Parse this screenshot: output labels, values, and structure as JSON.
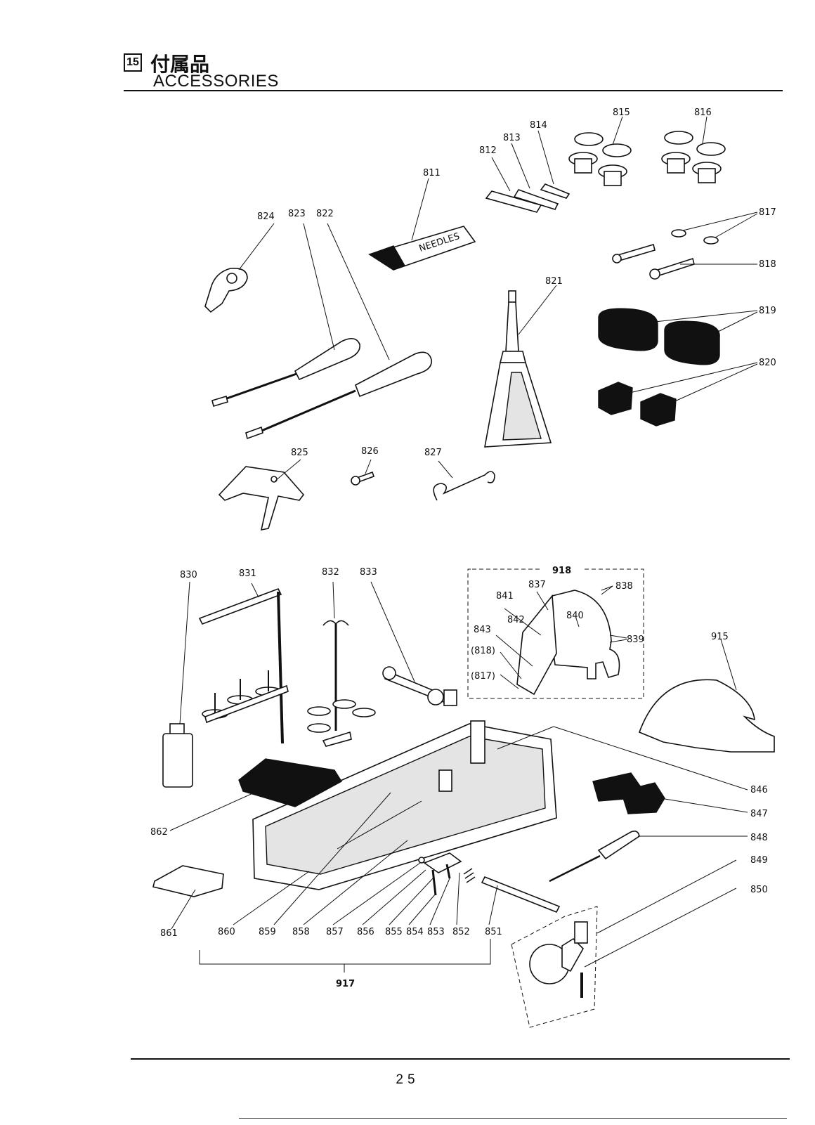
{
  "header": {
    "section_number": "15",
    "title_jp": "付属品",
    "title_en": "ACCESSORIES"
  },
  "page_number": "25",
  "callouts": {
    "c811": "811",
    "c812": "812",
    "c813": "813",
    "c814": "814",
    "c815": "815",
    "c816": "816",
    "c817": "817",
    "c818": "818",
    "c819": "819",
    "c820": "820",
    "c821": "821",
    "c822": "822",
    "c823": "823",
    "c824": "824",
    "c825": "825",
    "c826": "826",
    "c827": "827",
    "c830": "830",
    "c831": "831",
    "c832": "832",
    "c833": "833",
    "c837": "837",
    "c838": "838",
    "c839": "839",
    "c840": "840",
    "c841": "841",
    "c842": "842",
    "c843": "843",
    "c818p": "(818)",
    "c817p": "(817)",
    "c918": "918",
    "c915": "915",
    "c846": "846",
    "c847": "847",
    "c848": "848",
    "c849": "849",
    "c850": "850",
    "c851": "851",
    "c852": "852",
    "c853": "853",
    "c854": "854",
    "c855": "855",
    "c856": "856",
    "c857": "857",
    "c858": "858",
    "c859": "859",
    "c860": "860",
    "c861": "861",
    "c862": "862",
    "c917": "917"
  },
  "labels": {
    "needles_packet": "NEEDLES"
  }
}
